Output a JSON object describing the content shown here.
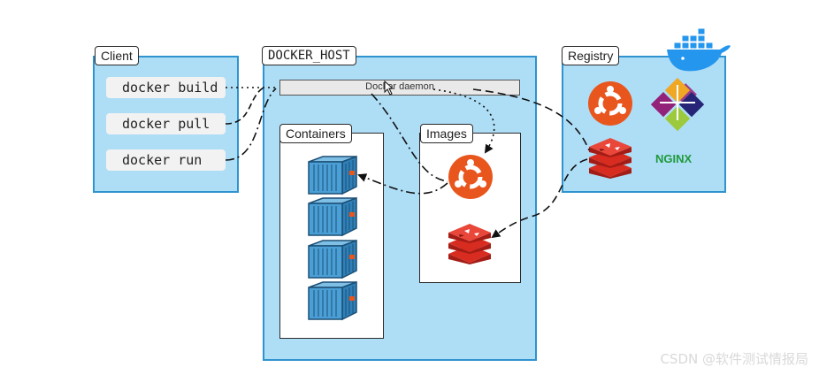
{
  "client": {
    "label": "Client",
    "commands": [
      "docker build",
      "docker pull",
      "docker run"
    ]
  },
  "docker_host": {
    "label": "DOCKER_HOST",
    "daemon_label": "Docker daemon",
    "containers_label": "Containers",
    "images_label": "Images"
  },
  "registry": {
    "label": "Registry",
    "nginx_label": "NGINX"
  },
  "watermark": "CSDN @软件测试情报局",
  "colors": {
    "panel_fill": "#aeddf6",
    "panel_border": "#2f93cf",
    "ubuntu_orange": "#e9561d",
    "redis_red": "#d82c20",
    "nginx_green": "#1f9a3a",
    "docker_blue": "#2496ed",
    "container_blue": "#3c8fc6"
  },
  "icons": [
    "docker-whale-icon",
    "ubuntu-icon",
    "centos-icon",
    "redis-icon",
    "nginx-logo",
    "container-icon"
  ]
}
